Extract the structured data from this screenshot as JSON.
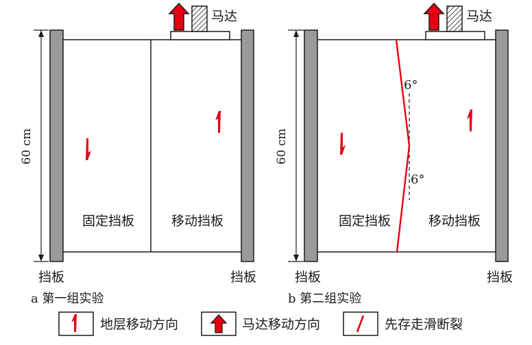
{
  "panel_a": {
    "caption": "a 第一组实验",
    "height_label": "60 cm",
    "motor_label": "马达",
    "fixed_plate_label": "固定挡板",
    "moving_plate_label": "移动挡板",
    "left_baffle_label": "挡板",
    "right_baffle_label": "挡板"
  },
  "panel_b": {
    "caption": "b 第二组实验",
    "height_label": "60 cm",
    "motor_label": "马达",
    "fixed_plate_label": "固定挡板",
    "moving_plate_label": "移动挡板",
    "left_baffle_label": "挡板",
    "right_baffle_label": "挡板",
    "angle_top": "6°",
    "angle_bottom": "6°"
  },
  "legend": {
    "items": [
      {
        "label": "地层移动方向",
        "icon": "strata-movement-icon"
      },
      {
        "label": "马达移动方向",
        "icon": "motor-direction-icon"
      },
      {
        "label": "先存走滑断裂",
        "icon": "strike-slip-fault-icon"
      }
    ]
  },
  "colors": {
    "red": "#e60012",
    "baffle": "#9a9a9a",
    "line": "#1a1a1a"
  }
}
